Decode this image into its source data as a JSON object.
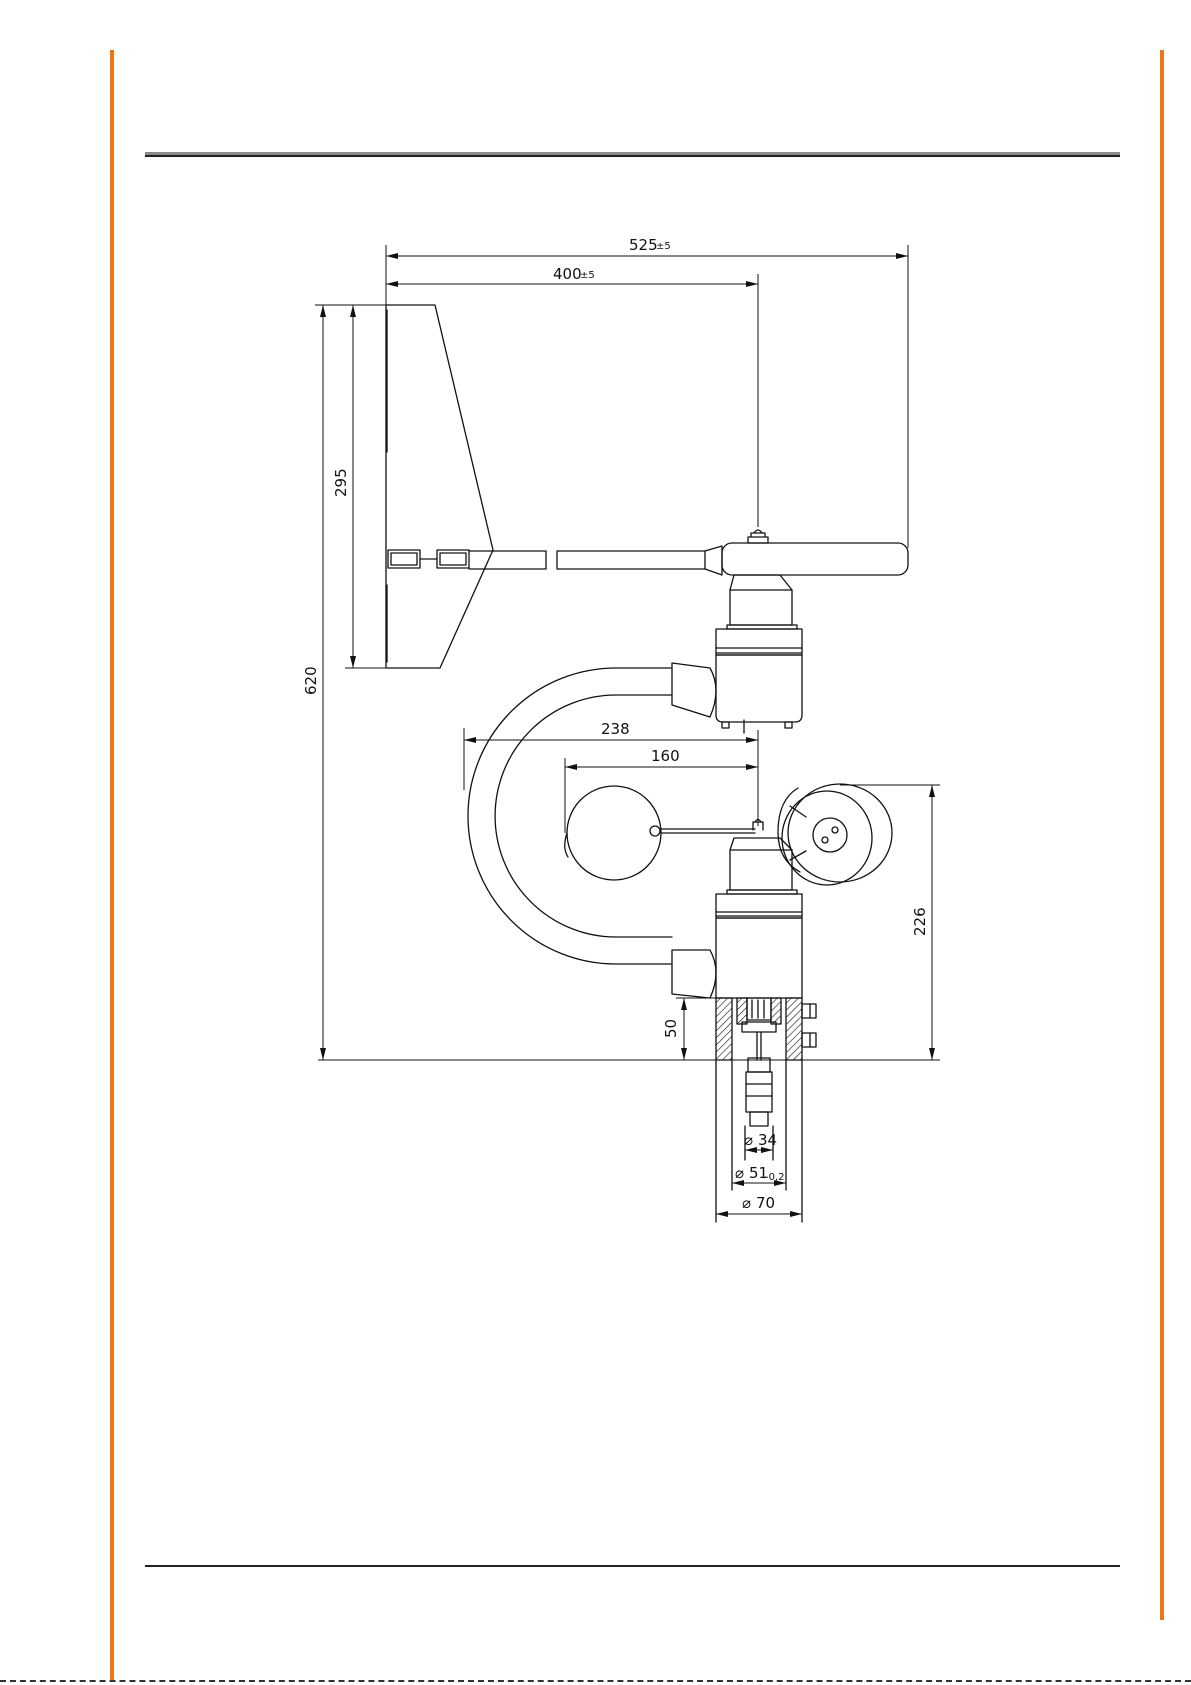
{
  "frame": {
    "accent_color": "#ef7518",
    "rule_color": "#222222"
  },
  "drawing": {
    "line_color": "#111111",
    "dimensions": {
      "overall_length": {
        "value": "525",
        "tolerance": "±5"
      },
      "tail_length": {
        "value": "400",
        "tolerance": "±5"
      },
      "vane_height": {
        "value": "295"
      },
      "total_height": {
        "value": "620"
      },
      "arm_width": {
        "value": "238"
      },
      "cup_arm": {
        "value": "160"
      },
      "anemometer_height": {
        "value": "226"
      },
      "mount_depth": {
        "value": "50"
      },
      "dia_inner": {
        "symbol": "⌀",
        "value": "34"
      },
      "dia_mount": {
        "symbol": "⌀",
        "value": "51",
        "tolerance": "-0,2"
      },
      "dia_outer": {
        "symbol": "⌀",
        "value": "70"
      }
    }
  }
}
